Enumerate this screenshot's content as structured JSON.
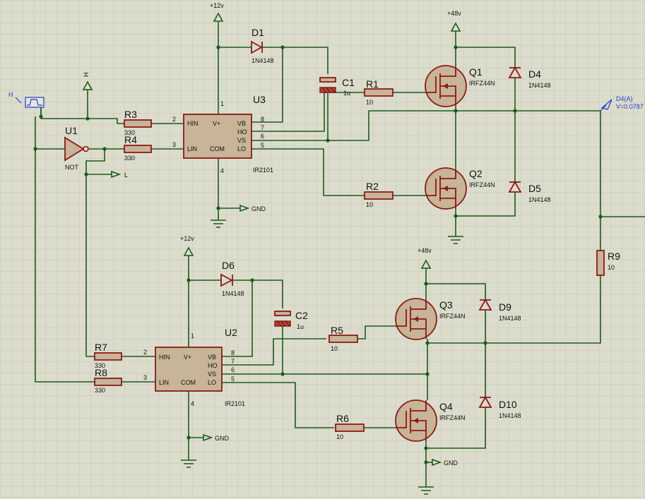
{
  "colors": {
    "background": "#dcdccc",
    "grid": "#c6c6b4",
    "wire": "#1a5c1a",
    "component": "#8b1a1a",
    "component_fill": "#c8b496",
    "probe": "#1a3fd0"
  },
  "u3": {
    "ref": "U3",
    "part": "IR2101",
    "pins": {
      "hin": "HIN",
      "vplus": "V+",
      "vb": "VB",
      "lin": "LIN",
      "com": "COM",
      "ho": "HO",
      "vs": "VS",
      "lo": "LO"
    },
    "nums": {
      "p1": "1",
      "p2": "2",
      "p3": "3",
      "p4": "4",
      "p5": "5",
      "p6": "6",
      "p7": "7",
      "p8": "8"
    }
  },
  "u2": {
    "ref": "U2",
    "part": "IR2101",
    "pins": {
      "hin": "HIN",
      "vplus": "V+",
      "vb": "VB",
      "lin": "LIN",
      "com": "COM",
      "ho": "HO",
      "vs": "VS",
      "lo": "LO"
    },
    "nums": {
      "p1": "1",
      "p2": "2",
      "p3": "3",
      "p4": "4",
      "p5": "5",
      "p6": "6",
      "p7": "7",
      "p8": "8"
    }
  },
  "u1": {
    "ref": "U1",
    "part": "NOT"
  },
  "power": {
    "v12_top": "+12v",
    "v12_bottom": "+12v",
    "v48_top": "+48v",
    "v48_bottom": "+48v",
    "gnd_u3": "GND",
    "gnd_u2": "GND",
    "gnd_q4": "GND"
  },
  "terminals": {
    "h_gen": "H",
    "h_top": "H",
    "l": "L"
  },
  "probe": {
    "name": "D4(A)",
    "value": "V=0.0787"
  },
  "parts": {
    "r3": {
      "ref": "R3",
      "value": "330"
    },
    "r4": {
      "ref": "R4",
      "value": "330"
    },
    "r7": {
      "ref": "R7",
      "value": "330"
    },
    "r8": {
      "ref": "R8",
      "value": "330"
    },
    "r1": {
      "ref": "R1",
      "value": "10"
    },
    "r2": {
      "ref": "R2",
      "value": "10"
    },
    "r5": {
      "ref": "R5",
      "value": "10"
    },
    "r6": {
      "ref": "R6",
      "value": "10"
    },
    "r9": {
      "ref": "R9",
      "value": "10"
    },
    "c1": {
      "ref": "C1",
      "value": "1u"
    },
    "c2": {
      "ref": "C2",
      "value": "1u"
    },
    "d1": {
      "ref": "D1",
      "value": "1N4148"
    },
    "d6": {
      "ref": "D6",
      "value": "1N4148"
    },
    "d4": {
      "ref": "D4",
      "value": "1N4148"
    },
    "d5": {
      "ref": "D5",
      "value": "1N4148"
    },
    "d9": {
      "ref": "D9",
      "value": "1N4148"
    },
    "d10": {
      "ref": "D10",
      "value": "1N4148"
    },
    "q1": {
      "ref": "Q1",
      "value": "IRFZ44N"
    },
    "q2": {
      "ref": "Q2",
      "value": "IRFZ44N"
    },
    "q3": {
      "ref": "Q3",
      "value": "IRFZ44N"
    },
    "q4": {
      "ref": "Q4",
      "value": "IRFZ44N"
    }
  }
}
